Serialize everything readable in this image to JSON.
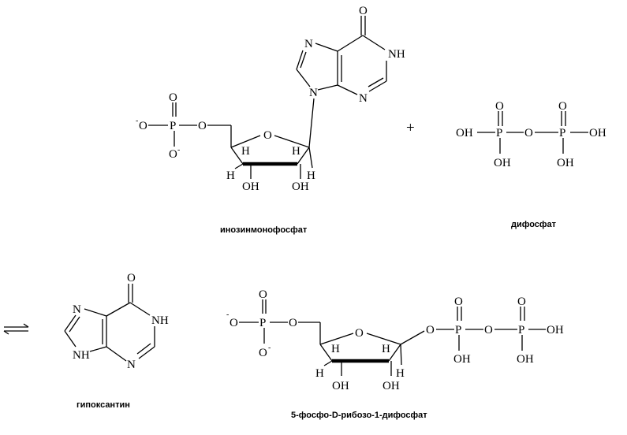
{
  "atoms": {
    "o": "O",
    "n": "N",
    "nh": "NH",
    "h": "H",
    "p": "P",
    "oh": "OH",
    "minus": "-"
  },
  "operators": {
    "plus": "+"
  },
  "labels": {
    "inosine_monophosphate": "инозинмонофосфат",
    "diphosphate": "дифосфат",
    "hypoxanthine": "гипоксантин",
    "prpp": "5-фосфо-D-рибозо-1-дифосфат"
  }
}
